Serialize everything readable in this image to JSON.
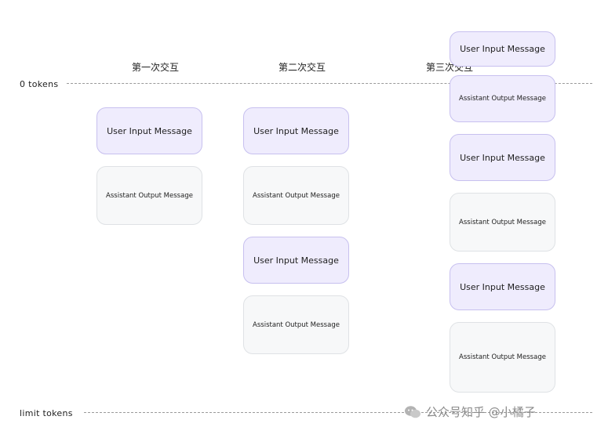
{
  "axis": {
    "top_label": "0 tokens",
    "bottom_label": "limit tokens"
  },
  "columns": [
    {
      "title": "第一次交互"
    },
    {
      "title": "第二次交互"
    },
    {
      "title": "第三次交互"
    }
  ],
  "messages": {
    "user": "User Input Message",
    "assistant": "Assistant Output Message"
  },
  "watermark": {
    "text": "公众号知乎 @小橘子"
  }
}
